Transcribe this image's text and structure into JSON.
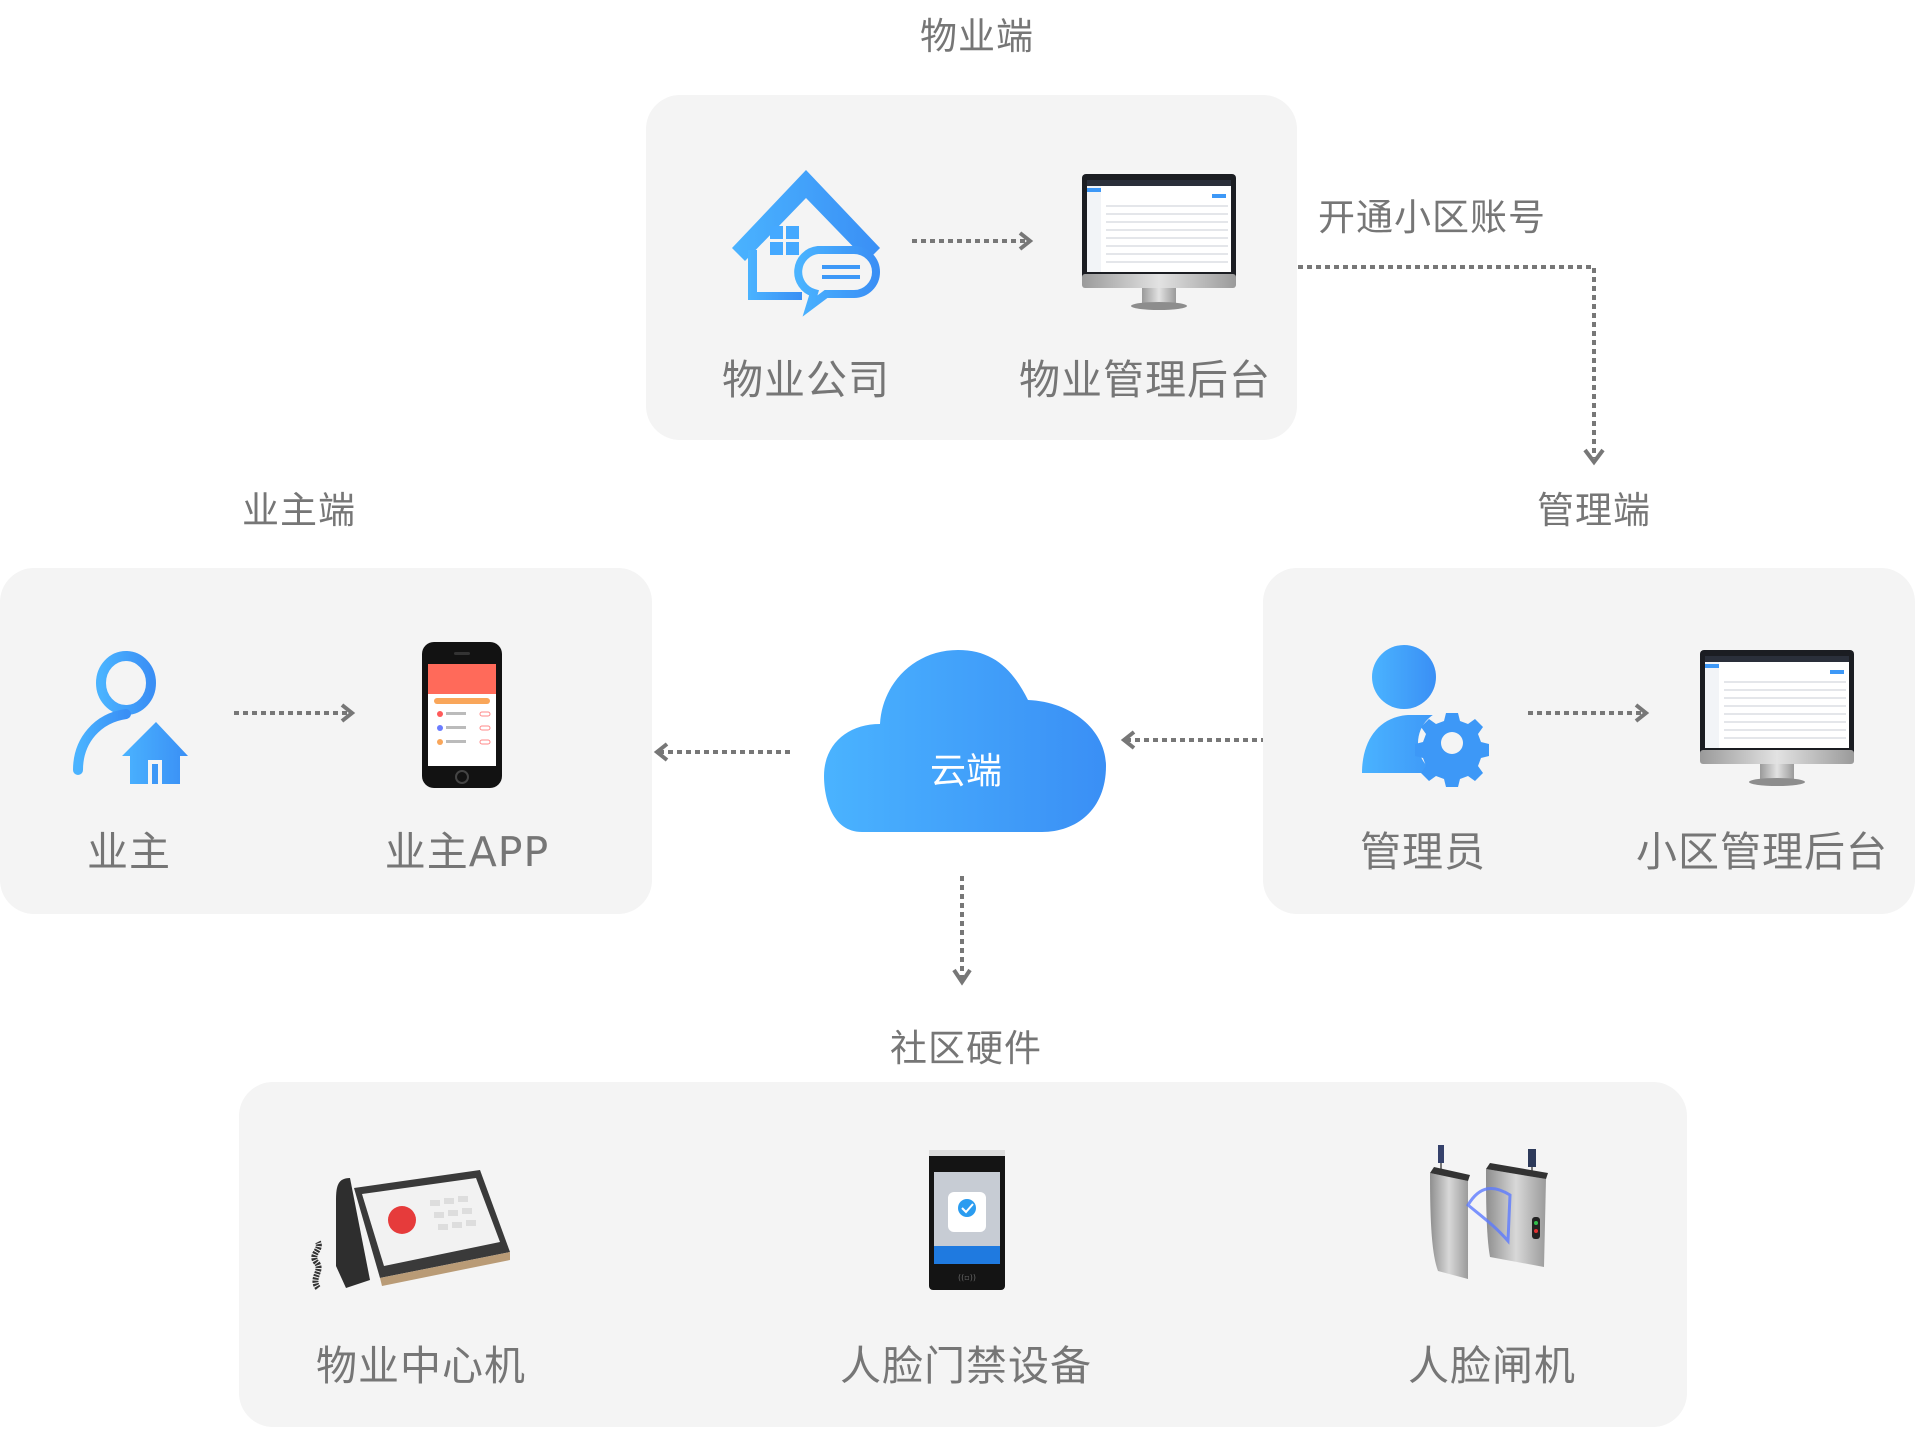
{
  "sections": {
    "property": {
      "title": "物业端",
      "nodes": [
        {
          "label": "物业公司",
          "icon": "house-chat-icon"
        },
        {
          "label": "物业管理后台",
          "icon": "monitor-icon"
        }
      ]
    },
    "owner": {
      "title": "业主端",
      "nodes": [
        {
          "label": "业主",
          "icon": "user-house-icon"
        },
        {
          "label": "业主APP",
          "icon": "phone-icon"
        }
      ]
    },
    "admin": {
      "title": "管理端",
      "nodes": [
        {
          "label": "管理员",
          "icon": "user-gear-icon"
        },
        {
          "label": "小区管理后台",
          "icon": "monitor-icon"
        }
      ]
    },
    "hardware": {
      "title": "社区硬件",
      "nodes": [
        {
          "label": "物业中心机",
          "icon": "desk-phone-icon"
        },
        {
          "label": "人脸门禁设备",
          "icon": "face-terminal-icon"
        },
        {
          "label": "人脸闸机",
          "icon": "turnstile-icon"
        }
      ]
    }
  },
  "cloud": {
    "label": "云端"
  },
  "connectors": {
    "open_account_label": "开通小区账号"
  },
  "colors": {
    "accent_start": "#4ab3ff",
    "accent_end": "#3a8ff5",
    "panel_bg": "#f4f4f4",
    "text": "#767676",
    "arrow": "#777777"
  }
}
